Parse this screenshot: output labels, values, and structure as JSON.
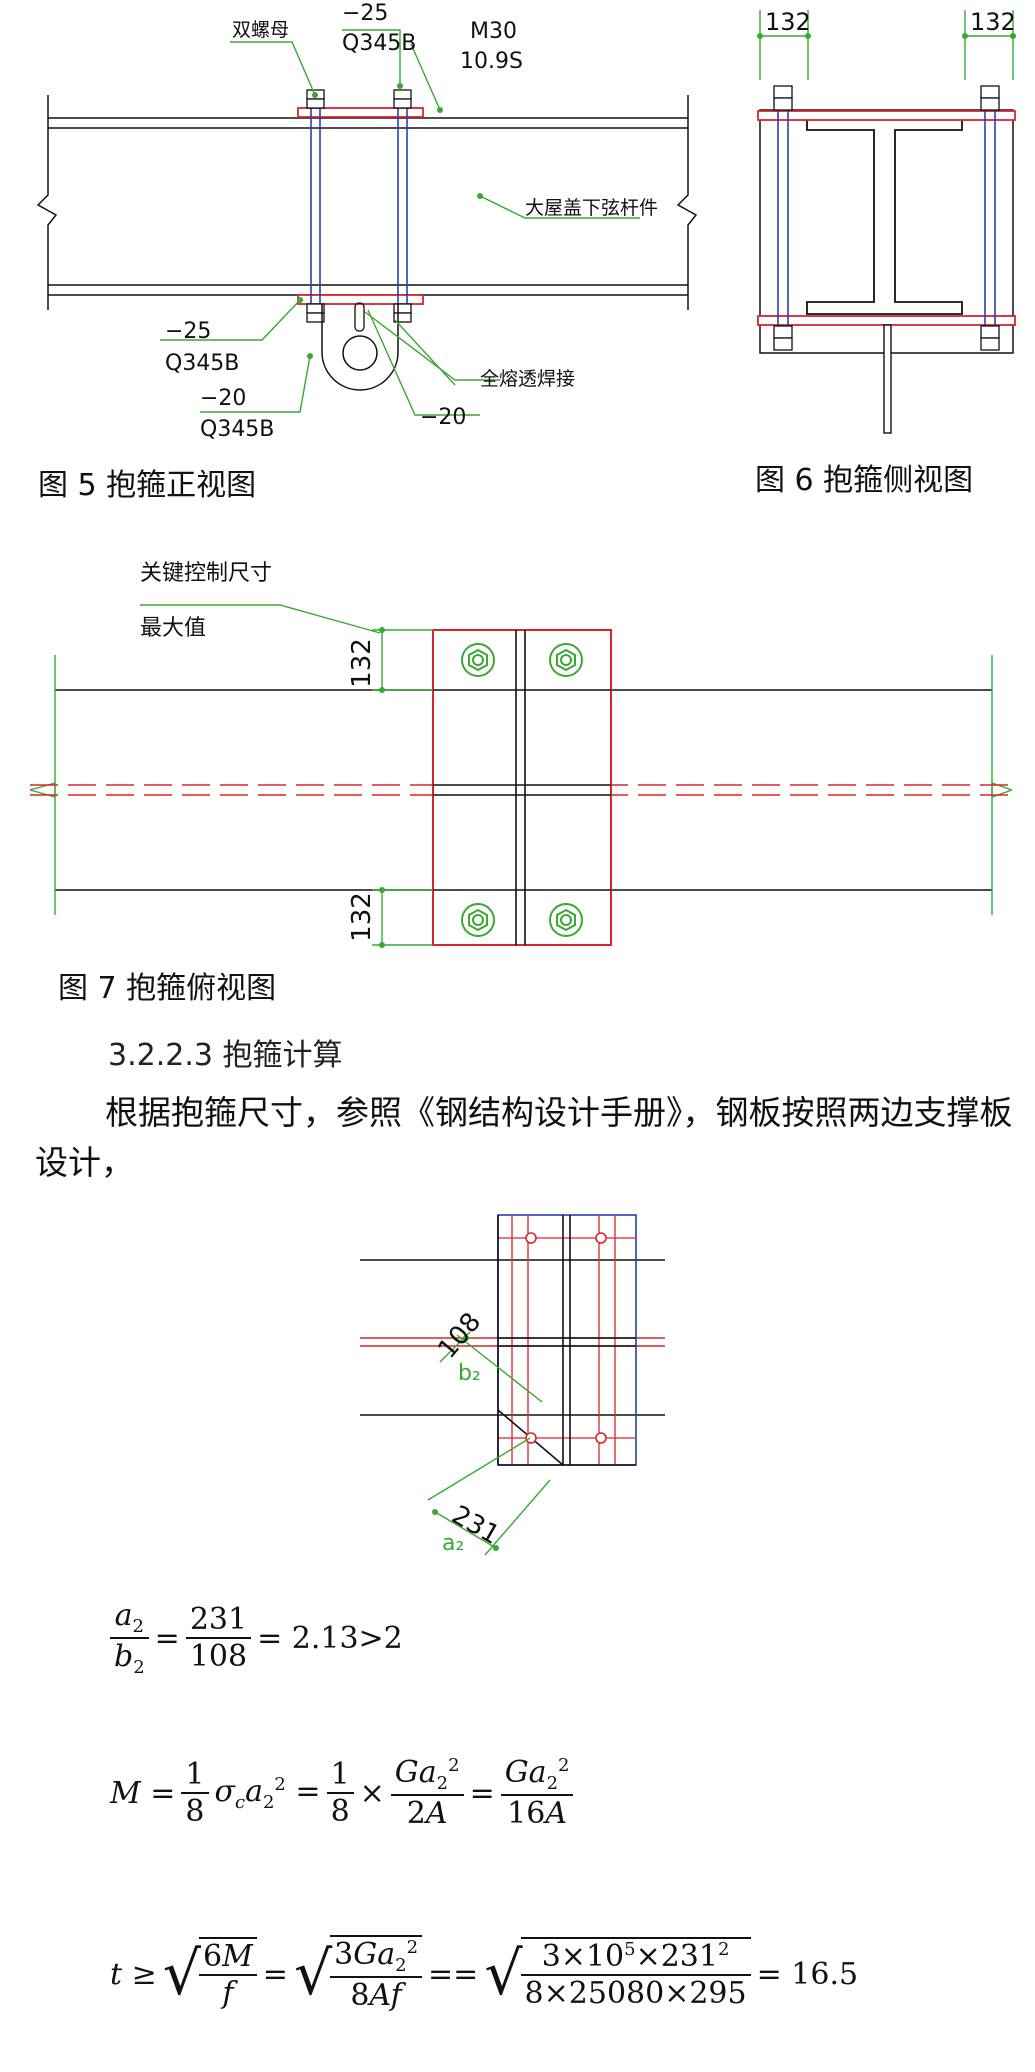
{
  "fig5": {
    "caption": "图 5  抱箍正视图",
    "labels": {
      "double_nut": "双螺母",
      "top_plate_thk": "−25",
      "top_plate_mat": "Q345B",
      "bolt_size": "M30",
      "bolt_grade": "10.9S",
      "member": "大屋盖下弦杆件",
      "bottom_plate_thk": "−25",
      "bottom_plate_mat": "Q345B",
      "ear_plate_thk": "−20",
      "ear_plate_mat": "Q345B",
      "weld": "全熔透焊接",
      "ear_thk2": "−20"
    }
  },
  "fig6": {
    "caption": "图 6  抱箍侧视图",
    "dim_left": "132",
    "dim_right": "132"
  },
  "fig7": {
    "caption": "图 7  抱箍俯视图",
    "note_line1": "关键控制尺寸",
    "note_line2": "最大值",
    "dim_top": "132",
    "dim_bottom": "132"
  },
  "section": {
    "heading": "3.2.2.3 抱箍计算",
    "paragraph": "根据抱箍尺寸，参照《钢结构设计手册》，钢板按照两边支撑板设计，"
  },
  "fig8": {
    "dim_b": "108",
    "label_b": "b₂",
    "dim_a": "231",
    "label_a": "a₂"
  },
  "eq1": {
    "ratio_result": "= 2.13>2"
  },
  "eq3": {
    "result": "= 16.5"
  },
  "colors": {
    "red": "#d6262c",
    "green": "#3aa832",
    "blue": "#2a3fb0",
    "black": "#111111"
  }
}
